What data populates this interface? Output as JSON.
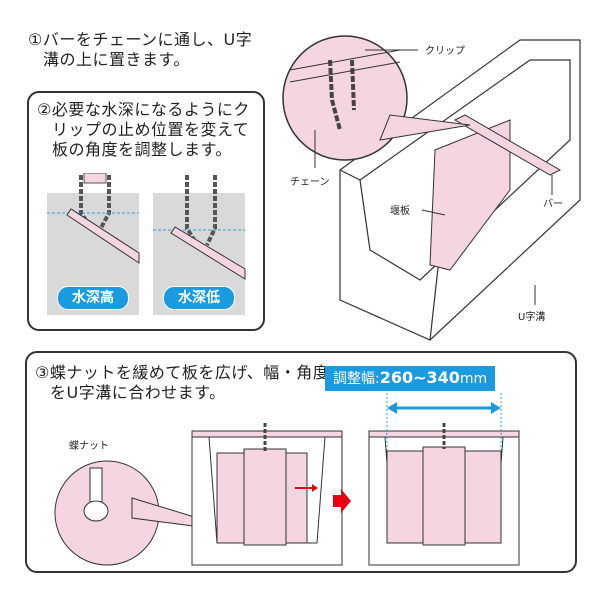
{
  "step1": {
    "line1": "①バーをチェーンに通し、U字",
    "line2": "溝の上に置きます。"
  },
  "step2": {
    "line1": "②必要な水深になるようにク",
    "line2": "リップの止め位置を変えて",
    "line3": "板の角度を調整します。",
    "badge_high": "水深高",
    "badge_low": "水深低"
  },
  "illustration": {
    "label_clip": "クリップ",
    "label_chain": "チェーン",
    "label_board": "堰板",
    "label_bar": "バー",
    "label_ditch": "U字溝"
  },
  "step3": {
    "line1": "③蝶ナットを緩めて板を広げ、幅・角度",
    "line2": "をU字溝に合わせます。",
    "label_wingnut": "蝶ナット",
    "range_label": "調整幅:",
    "range_value": "260~340",
    "range_unit": "mm"
  },
  "colors": {
    "pink": "#f6d5e2",
    "blue": "#1a9be0",
    "red": "#e60012",
    "gray": "#d9d9d9"
  }
}
